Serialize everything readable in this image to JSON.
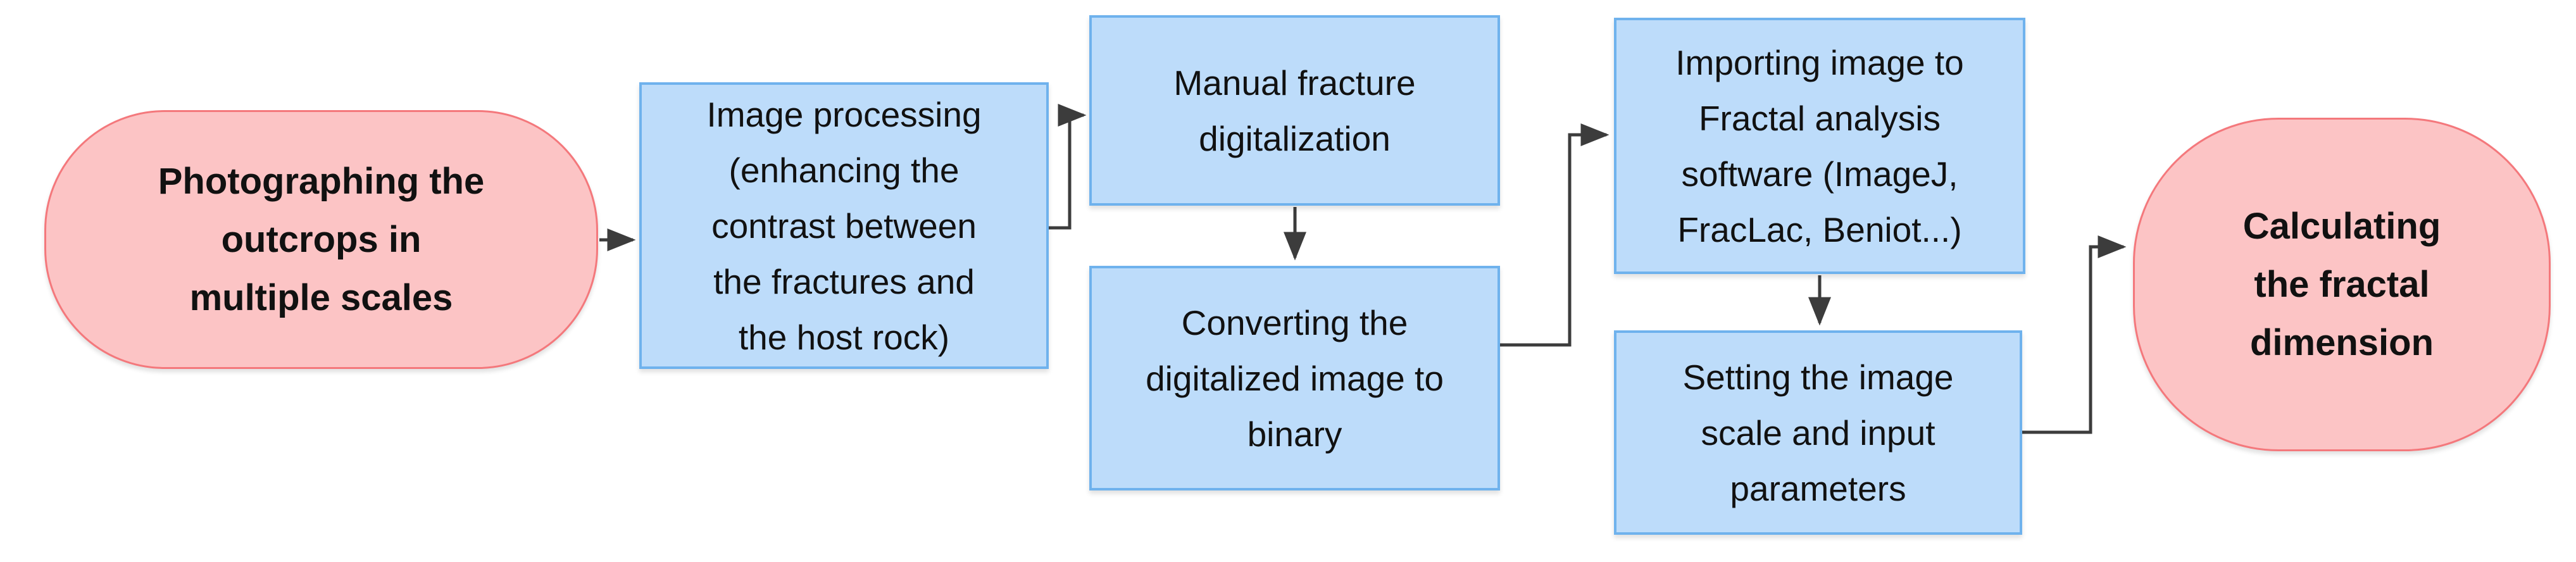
{
  "diagram": {
    "type": "flowchart",
    "background": "#ffffff",
    "colors": {
      "terminator_fill": "#fcc4c5",
      "terminator_border": "#f4787c",
      "process_fill": "#bddcfa",
      "process_border": "#6fb2ed",
      "connector": "#3c3c3c",
      "text": "#111111"
    },
    "nodes": [
      {
        "id": "photographing",
        "shape": "terminator",
        "label": "Photographing the\noutcrops in\nmultiple scales"
      },
      {
        "id": "image-processing",
        "shape": "process",
        "label": "Image processing\n(enhancing the\ncontrast between\nthe fractures and\nthe host rock)"
      },
      {
        "id": "manual-digitalization",
        "shape": "process",
        "label": "Manual fracture\ndigitalization"
      },
      {
        "id": "converting-binary",
        "shape": "process",
        "label": "Converting the\ndigitalized image to\nbinary"
      },
      {
        "id": "importing-software",
        "shape": "process",
        "label": "Importing image to\nFractal analysis\nsoftware (ImageJ,\nFracLac, Beniot...)"
      },
      {
        "id": "setting-parameters",
        "shape": "process",
        "label": "Setting the image\nscale and input\nparameters"
      },
      {
        "id": "calculating-fractal",
        "shape": "terminator",
        "label": "Calculating\nthe fractal\ndimension"
      }
    ],
    "edges": [
      {
        "from": "photographing",
        "to": "image-processing"
      },
      {
        "from": "image-processing",
        "to": "manual-digitalization"
      },
      {
        "from": "manual-digitalization",
        "to": "converting-binary"
      },
      {
        "from": "converting-binary",
        "to": "importing-software"
      },
      {
        "from": "importing-software",
        "to": "setting-parameters"
      },
      {
        "from": "setting-parameters",
        "to": "calculating-fractal"
      }
    ]
  }
}
